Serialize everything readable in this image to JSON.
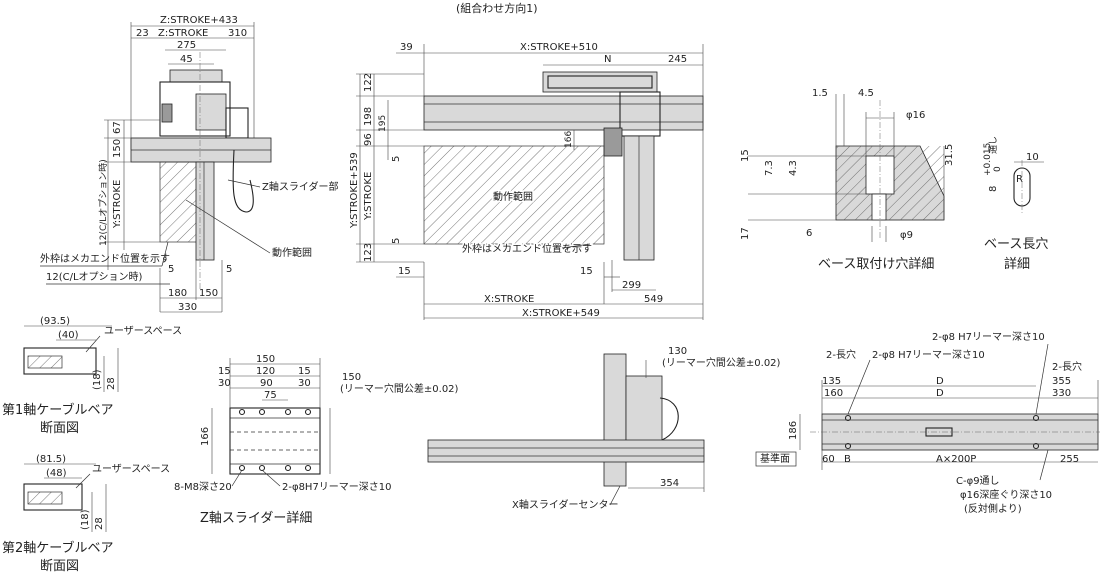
{
  "header": {
    "combo_direction": "(組合わせ方向1)"
  },
  "side_view": {
    "dims_top": [
      "Z:STROKE+433",
      "23",
      "Z:STROKE",
      "310",
      "275",
      "45"
    ],
    "dims_left": [
      "67",
      "150",
      "Y:STROKE",
      "12(C/Lオプション時)"
    ],
    "dims_bottom": [
      "5",
      "5",
      "180",
      "150",
      "330"
    ],
    "label_z_slider": "Z軸スライダー部",
    "label_motion_range": "動作範囲",
    "label_mecha_end": "外枠はメカエンド位置を示す",
    "label_cl_option": "12(C/Lオプション時)"
  },
  "front_view": {
    "dims_top": [
      "39",
      "X:STROKE+510",
      "N",
      "245"
    ],
    "dims_left": [
      "122",
      "198",
      "195",
      "96",
      "5",
      "Y:STROKE+539",
      "Y:STROKE",
      "5",
      "123"
    ],
    "dims_bottom": [
      "15",
      "15",
      "299",
      "X:STROKE",
      "549",
      "X:STROKE+549"
    ],
    "dim_166": "166",
    "label_motion_range": "動作範囲",
    "label_mecha_end": "外枠はメカエンド位置を示す"
  },
  "base_hole_detail": {
    "dims": [
      "1.5",
      "4.5",
      "φ16",
      "31.5",
      "15",
      "7.3",
      "4.3",
      "6",
      "17",
      "φ9"
    ],
    "title_line1": "ベース取付け穴詳細"
  },
  "slot_detail": {
    "dims": [
      "10",
      "R",
      "8",
      "+0.015",
      "0",
      "通し"
    ],
    "title_line1": "ベース長穴",
    "title_line2": "詳細"
  },
  "cable1": {
    "dims": [
      "(93.5)",
      "(40)",
      "(18)",
      "28"
    ],
    "user_space": "ユーザースペース",
    "title_line1": "第1軸ケーブルベア",
    "title_line2": "断面図"
  },
  "cable2": {
    "dims": [
      "(81.5)",
      "(48)",
      "(18)",
      "28"
    ],
    "user_space": "ユーザースペース",
    "title_line1": "第2軸ケーブルベア",
    "title_line2": "断面図"
  },
  "z_slider_detail": {
    "dims": [
      "150",
      "15",
      "120",
      "15",
      "30",
      "90",
      "30",
      "75",
      "166"
    ],
    "reamer_tol_1": "150",
    "reamer_tol_2": "(リーマー穴間公差±0.02)",
    "tap_holes": "8-M8深さ20",
    "reamer_holes": "2-φ8H7リーマー深さ10",
    "title": "Z軸スライダー詳細"
  },
  "x_slider": {
    "dims": [
      "130",
      "354"
    ],
    "reamer_tol": "(リーマー穴間公差±0.02)",
    "label": "X軸スライダーセンター"
  },
  "base_plan": {
    "reamer_top": "2-φ8 H7リーマー深さ10",
    "reamer_mid": "2-φ8 H7リーマー深さ10",
    "slot_left": "2-長穴",
    "slot_right": "2-長穴",
    "dims": [
      "135",
      "160",
      "D",
      "D",
      "355",
      "330",
      "186",
      "60",
      "B",
      "A×200P",
      "255"
    ],
    "datum": "基準面",
    "c_hole_1": "C-φ9通し",
    "c_hole_2": "φ16深座ぐり深さ10",
    "c_hole_3": "(反対側より)"
  },
  "colors": {
    "line": "#222222",
    "hatch": "#555555",
    "part_fill": "#d9d9d9"
  }
}
